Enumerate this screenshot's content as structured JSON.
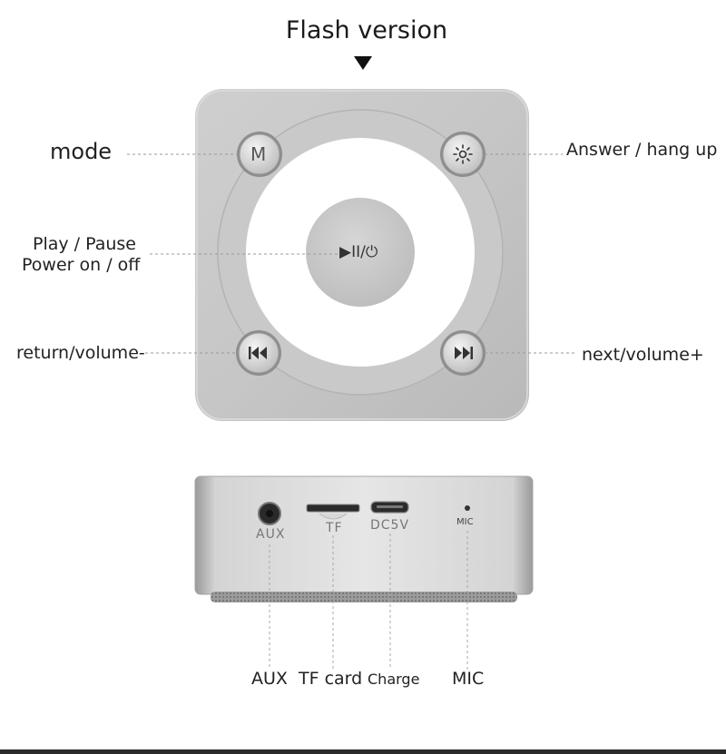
{
  "title": "Flash version",
  "top_view": {
    "labels": {
      "mode": "mode",
      "answer_hangup": "Answer / hang up",
      "play_pause": "Play / Pause",
      "power": "Power on / off",
      "return_volume": "return/volume-",
      "next_volume": "next/volume+"
    },
    "buttons": {
      "mode_glyph": "M",
      "play_glyph": "▶II/⏻"
    }
  },
  "side_view": {
    "port_labels": {
      "aux": "AUX",
      "tf": "TF",
      "dc": "DC5V",
      "mic": "MIC"
    },
    "callouts": {
      "aux": "AUX",
      "tf_card": "TF card",
      "charge": "Charge",
      "mic": "MIC"
    }
  }
}
